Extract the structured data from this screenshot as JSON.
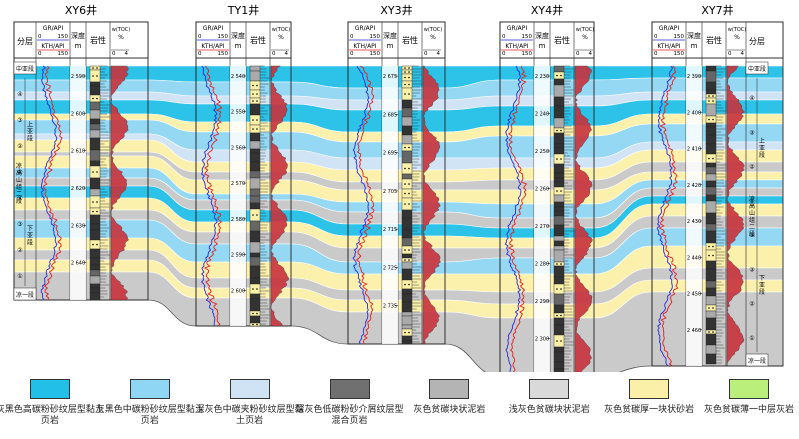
{
  "wells": [
    {
      "name": "XY6井",
      "header": {
        "layer": "分层",
        "gr_api": "GR/API",
        "gr_min": "0",
        "gr_max": "150",
        "kth_api": "KTH/API",
        "kth_max": "150",
        "depth": "深度/m",
        "lith": "岩性",
        "toc": "w(TOC)/%",
        "toc_min": "0",
        "toc_max": "4"
      },
      "depths": [
        "2 590",
        "2 600",
        "2 610",
        "2 620",
        "2 630",
        "2 640"
      ],
      "strata_left": [
        "中亚段",
        "凉一段"
      ],
      "strata_vertical": [
        "上亚段",
        "凉高山组",
        "二段",
        "下亚段"
      ],
      "sub_layers": [
        "④",
        "③",
        "②",
        "①",
        "④",
        "③",
        "②",
        "①"
      ]
    },
    {
      "name": "TY1井",
      "header": {
        "gr_api": "GR/API",
        "gr_min": "0",
        "gr_max": "150",
        "kth_api": "KTH/API",
        "kth_max": "150",
        "depth": "深度/m",
        "lith": "岩性",
        "toc": "w(TOC)/%",
        "toc_min": "0",
        "toc_max": "4"
      },
      "depths": [
        "2 540",
        "2 550",
        "2 560",
        "2 570",
        "2 580",
        "2 590",
        "2 600"
      ]
    },
    {
      "name": "XY3井",
      "header": {
        "gr_api": "GR/API",
        "gr_min": "0",
        "gr_max": "150",
        "kth_api": "KTH/API",
        "kth_max": "150",
        "depth": "深度/m",
        "lith": "岩性",
        "toc": "w(TOC)/%",
        "toc_min": "0",
        "toc_max": "4"
      },
      "depths": [
        "2 675",
        "2 685",
        "2 695",
        "2 705",
        "2 715",
        "2 725",
        "2 735"
      ]
    },
    {
      "name": "XY4井",
      "header": {
        "gr_api": "GR/API",
        "gr_min": "0",
        "gr_max": "150",
        "kth_api": "KTH/API",
        "kth_max": "150",
        "depth": "深度/m",
        "lith": "岩性",
        "toc": "w(TOC)/%",
        "toc_min": "0",
        "toc_max": "4"
      },
      "depths": [
        "2 230",
        "2 240",
        "2 250",
        "2 260",
        "2 270",
        "2 280",
        "2 290",
        "2 300"
      ]
    },
    {
      "name": "XY7井",
      "header": {
        "layer": "分层",
        "gr_api": "GR/API",
        "gr_min": "0",
        "gr_max": "150",
        "kth_api": "KTH/API",
        "kth_max": "150",
        "depth": "深度/m",
        "lith": "岩性",
        "toc": "w(TOC)/%",
        "toc_min": "0",
        "toc_max": "4"
      },
      "depths": [
        "2 390",
        "2 400",
        "2 410",
        "2 420",
        "2 430",
        "2 440",
        "2 450",
        "2 460"
      ],
      "strata_right": [
        "中亚段",
        "凉一段"
      ],
      "strata_vertical": [
        "上亚段",
        "凉高山组二段",
        "下亚段"
      ],
      "sub_layers": [
        "④",
        "③",
        "②",
        "①",
        "④",
        "③",
        "②",
        "①"
      ]
    }
  ],
  "legend": [
    {
      "label": "灰黑色高碳粉砂纹层型黏土页岩",
      "color": "#22c0e8"
    },
    {
      "label": "灰黑色中碳粉砂纹层型黏土页岩",
      "color": "#8fd6f4"
    },
    {
      "label": "深灰色中碳夹粉砂纹层型黏土页岩",
      "color": "#cfe3f5"
    },
    {
      "label": "深灰色低碳粉砂介屑纹层型混合页岩",
      "color": "#707070"
    },
    {
      "label": "灰色贫碳块状泥岩",
      "color": "#b4b4b4"
    },
    {
      "label": "浅灰色贫碳块状泥岩",
      "color": "#d9d9d9"
    },
    {
      "label": "灰色贫碳厚一块状砂岩",
      "color": "#fbf0a8"
    },
    {
      "label": "灰色贫碳薄一中层灰岩",
      "color": "#b9ef7a"
    }
  ],
  "colors": {
    "high_c": "#22c0e8",
    "mid_c": "#8fd6f4",
    "inter": "#cfe3f5",
    "sand": "#fbf0a8",
    "grey": "#c8c8c8",
    "lime": "#b9ef7a",
    "gr": "#2a2ad8",
    "kth": "#e02020",
    "toc_fill": "#c8323c"
  }
}
